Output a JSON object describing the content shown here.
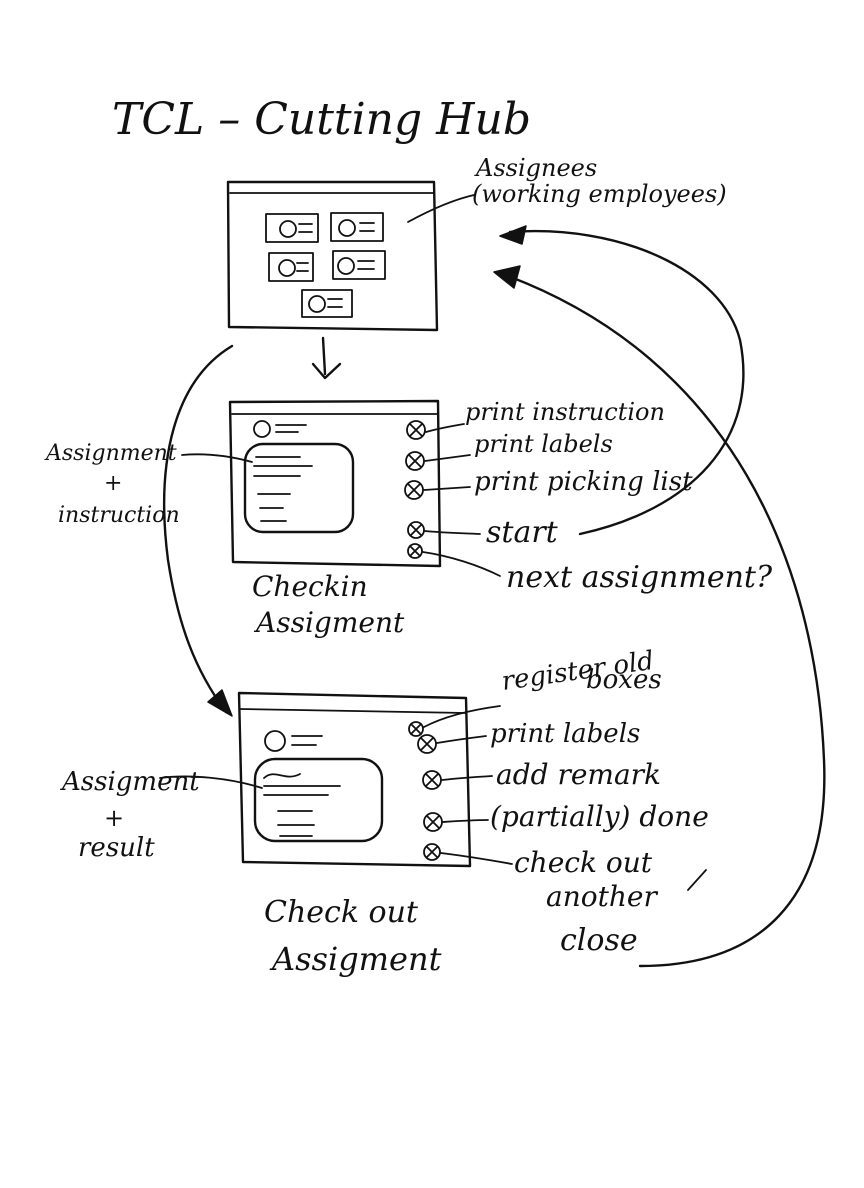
{
  "title": "TCL – Cutting Hub",
  "screens": {
    "hub": {
      "annotation": [
        "Assignees",
        "(working employees)"
      ]
    },
    "checkin": {
      "caption": [
        "Checkin",
        "Assigment"
      ],
      "left_note": [
        "Assignment",
        "+",
        "instruction"
      ],
      "actions": [
        "print instruction",
        "print labels",
        "print picking list",
        "start",
        "next assignment?"
      ]
    },
    "checkout": {
      "caption": [
        "Check out",
        "Assigment"
      ],
      "left_note": [
        "Assigment",
        "+",
        "result"
      ],
      "actions": [
        "register old",
        "boxes",
        "print labels",
        "add remark",
        "(partially) done",
        "check out",
        "another"
      ],
      "close_label": "close"
    }
  },
  "colors": {
    "ink": "#111111",
    "paper": "#ffffff"
  }
}
